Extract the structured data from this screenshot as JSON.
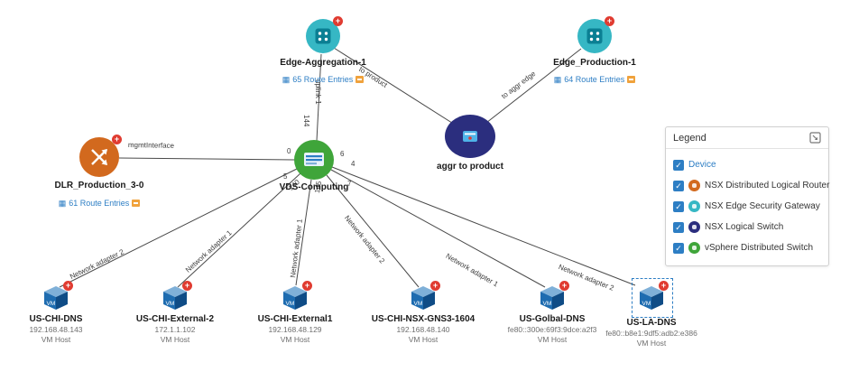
{
  "nodes": {
    "edge_aggregation": {
      "name": "Edge-Aggregation-1",
      "routes": "65 Route Entries"
    },
    "edge_production": {
      "name": "Edge_Production-1",
      "routes": "64 Route Entries"
    },
    "logical_switch": {
      "name": "aggr to product"
    },
    "dlr": {
      "name": "DLR_Production_3-0",
      "routes": "61 Route Entries"
    },
    "vds": {
      "name": "VDS-Computing"
    }
  },
  "hosts": [
    {
      "name": "US-CHI-DNS",
      "address": "192.168.48.143",
      "type": "VM Host"
    },
    {
      "name": "US-CHI-External-2",
      "address": "172.1.1.102",
      "type": "VM Host"
    },
    {
      "name": "US-CHI-External1",
      "address": "192.168.48.129",
      "type": "VM Host"
    },
    {
      "name": "US-CHI-NSX-GNS3-1604",
      "address": "192.168.48.140",
      "type": "VM Host"
    },
    {
      "name": "US-Golbal-DNS",
      "address": "fe80::300e:69f3:9dce:a2f3",
      "type": "VM Host"
    },
    {
      "name": "US-LA-DNS",
      "address": "fe80::b8e1:9df5:adb2:e386",
      "type": "VM Host"
    }
  ],
  "edges": {
    "to_product": {
      "label": "to product"
    },
    "to_aggr_edge": {
      "label": "to aggr edge"
    },
    "uplink": {
      "label": "uplink 1",
      "port": "144"
    },
    "mgmt": {
      "label": "mgmtInterface",
      "port": "0"
    },
    "h1": {
      "label": "Network adapter 2",
      "port": "5"
    },
    "h2": {
      "label": "Network adapter 1",
      "port": "140"
    },
    "h3": {
      "label": "Network adapter 1",
      "port": "145"
    },
    "h4": {
      "label": "Network adapter 2",
      "port": "7"
    },
    "h5": {
      "label": "Network adapter 1",
      "port": "6"
    },
    "h6": {
      "label": "Network adapter 2",
      "port": "4"
    }
  },
  "legend": {
    "title": "Legend",
    "items": [
      {
        "label": "Device",
        "color": "#2d7ec4"
      },
      {
        "label": "NSX Distributed Logical Router",
        "color": "#d2691e"
      },
      {
        "label": "NSX Edge Security Gateway",
        "color": "#36b7c4"
      },
      {
        "label": "NSX Logical Switch",
        "color": "#2b2e7e"
      },
      {
        "label": "vSphere Distributed Switch",
        "color": "#3fa53a"
      }
    ]
  },
  "labels": {
    "vm": "VM",
    "table_icon": "▦"
  },
  "colors": {
    "link_blue": "#2d7ec4",
    "badge_red": "#e03c31",
    "host_blue": "#1565a8",
    "edge_line": "#4a4a4a"
  }
}
